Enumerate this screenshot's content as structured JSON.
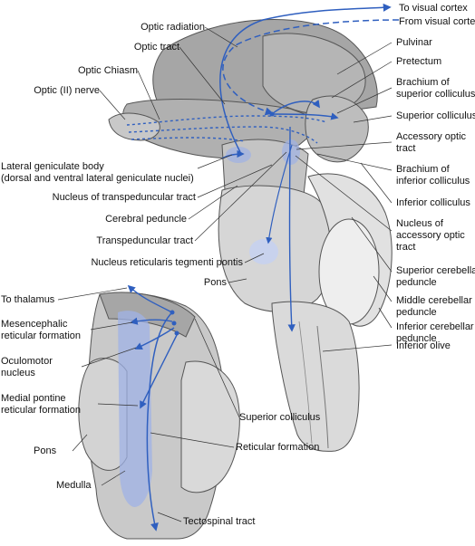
{
  "labels": {
    "to_visual_cortex": "To visual cortex",
    "from_visual_cortex": "From visual cortex",
    "optic_radiation": "Optic radiation",
    "optic_tract": "Optic tract",
    "optic_chiasm": "Optic Chiasm",
    "optic_nerve": "Optic (II) nerve",
    "pulvinar": "Pulvinar",
    "pretectum": "Pretectum",
    "brachium_superior_1": "Brachium of",
    "brachium_superior_2": "superior colliculus",
    "superior_colliculus": "Superior colliculus",
    "accessory_optic_tract_1": "Accessory optic",
    "accessory_optic_tract_2": "tract",
    "brachium_inferior_1": "Brachium of",
    "brachium_inferior_2": "inferior colliculus",
    "lgb_1": "Lateral geniculate body",
    "lgb_2": "(dorsal and ventral lateral geniculate nuclei)",
    "nucleus_transpeduncular": "Nucleus of transpeduncular tract",
    "inferior_colliculus": "Inferior colliculus",
    "cerebral_peduncle": "Cerebral peduncle",
    "nucleus_accessory_1": "Nucleus of",
    "nucleus_accessory_2": "accessory optic",
    "nucleus_accessory_3": "tract",
    "transpeduncular_tract": "Transpeduncular tract",
    "nrtp": "Nucleus reticularis tegmenti pontis",
    "superior_cerebellar_1": "Superior cerebellar",
    "superior_cerebellar_2": "peduncle",
    "pons_top": "Pons",
    "middle_cerebellar_1": "Middle cerebellar",
    "middle_cerebellar_2": "peduncle",
    "to_thalamus": "To thalamus",
    "inferior_cerebellar_1": "Inferior cerebellar",
    "inferior_cerebellar_2": "peduncle",
    "mesencephalic_1": "Mesencephalic",
    "mesencephalic_2": "reticular formation",
    "inferior_olive": "Inferior olive",
    "oculomotor_1": "Oculomotor",
    "oculomotor_2": "nucleus",
    "superior_colliculus_2": "Superior colliculus",
    "medial_pontine_1": "Medial pontine",
    "medial_pontine_2": "reticular formation",
    "reticular_formation": "Reticular formation",
    "pons_bottom": "Pons",
    "medulla": "Medulla",
    "tectospinal_tract": "Tectospinal tract"
  },
  "colors": {
    "tissue_dark": "#a6a6a6",
    "tissue_mid": "#c4c4c4",
    "tissue_light": "#dedede",
    "tissue_pale": "#ebebeb",
    "pathway_blue": "#2f5fbf",
    "highlight_blue": "#9fb2e6"
  }
}
